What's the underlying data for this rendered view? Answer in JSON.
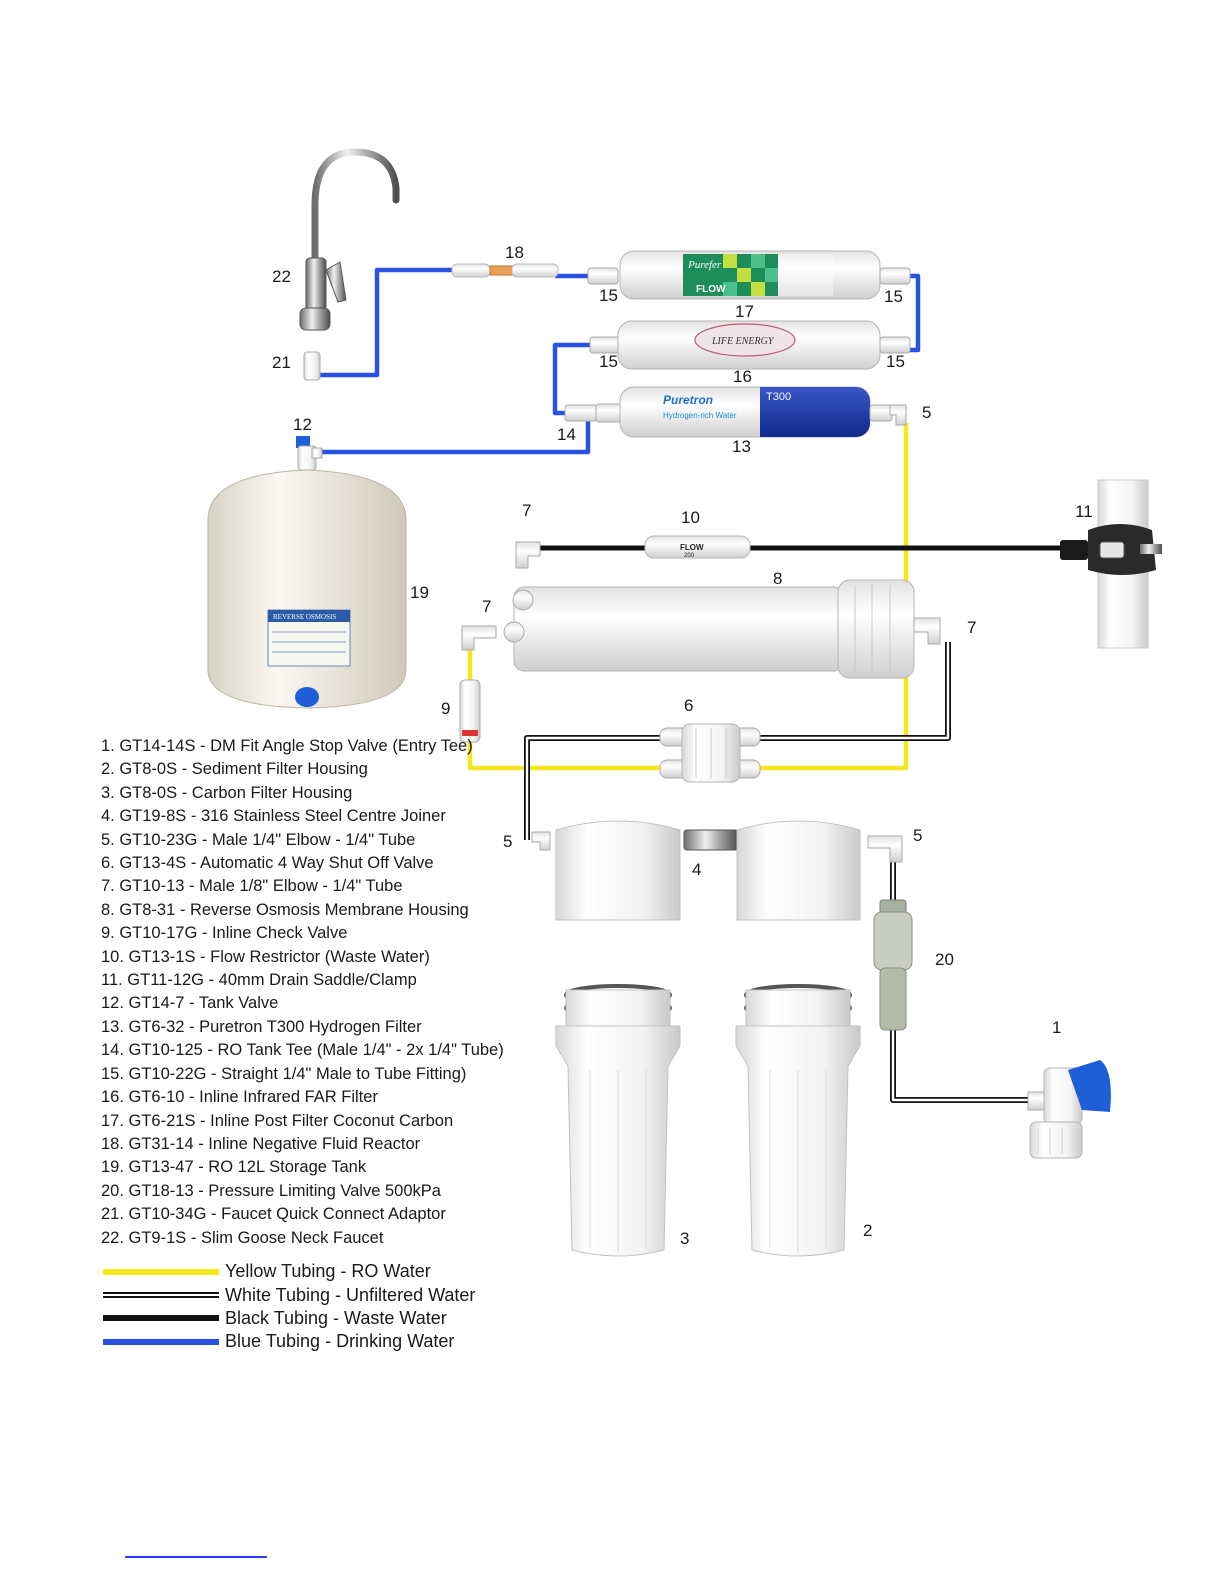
{
  "callouts": {
    "c1": "1",
    "c2": "2",
    "c3": "3",
    "c4": "4",
    "c5a": "5",
    "c5b": "5",
    "c5c": "5",
    "c6": "6",
    "c7a": "7",
    "c7b": "7",
    "c7c": "7",
    "c8": "8",
    "c9": "9",
    "c10": "10",
    "c11": "11",
    "c12": "12",
    "c13": "13",
    "c14": "14",
    "c15a": "15",
    "c15b": "15",
    "c15c": "15",
    "c15d": "15",
    "c16": "16",
    "c17": "17",
    "c18": "18",
    "c19": "19",
    "c20": "20",
    "c21": "21",
    "c22": "22"
  },
  "product_labels": {
    "filter17_brand": "Purefer",
    "filter17_flow": "FLOW",
    "filter16_text": "LIFE ENERGY",
    "filter13_brand": "Puretron",
    "filter13_model": "T300",
    "filter13_sub": "Hydrogen-rich Water",
    "restrictor_flow": "FLOW",
    "restrictor_rate": "200",
    "tank_label": "REVERSE OSMOSIS"
  },
  "parts": [
    "1. GT14-14S - DM Fit Angle Stop Valve (Entry Tee)",
    "2. GT8-0S - Sediment Filter Housing",
    "3. GT8-0S - Carbon Filter Housing",
    "4. GT19-8S - 316 Stainless Steel Centre Joiner",
    "5. GT10-23G - Male 1/4\" Elbow - 1/4\" Tube",
    "6. GT13-4S - Automatic 4 Way Shut Off Valve",
    "7. GT10-13 - Male 1/8\" Elbow - 1/4\" Tube",
    "8. GT8-31 - Reverse Osmosis Membrane Housing",
    "9. GT10-17G - Inline Check Valve",
    "10. GT13-1S - Flow Restrictor (Waste Water)",
    "11. GT11-12G - 40mm Drain Saddle/Clamp",
    "12. GT14-7 - Tank Valve",
    "13. GT6-32 - Puretron T300 Hydrogen Filter",
    "14. GT10-125 - RO Tank Tee (Male 1/4\" - 2x 1/4\" Tube)",
    "15. GT10-22G - Straight 1/4\" Male to Tube Fitting)",
    "16. GT6-10 - Inline Infrared FAR Filter",
    "17. GT6-21S - Inline Post Filter Coconut Carbon",
    "18. GT31-14 - Inline Negative Fluid Reactor",
    "19. GT13-47 - RO 12L Storage Tank",
    "20. GT18-13 - Pressure Limiting Valve 500kPa",
    "21. GT10-34G - Faucet Quick Connect Adaptor",
    "22. GT9-1S - Slim Goose Neck Faucet"
  ],
  "legend": [
    {
      "label": "Yellow Tubing - RO Water",
      "color": "#f5e81c",
      "style": "solid"
    },
    {
      "label": "White Tubing - Unfiltered Water",
      "color": "#ffffff",
      "style": "outlined"
    },
    {
      "label": "Black Tubing - Waste Water",
      "color": "#111111",
      "style": "solid"
    },
    {
      "label": "Blue Tubing - Drinking Water",
      "color": "#2a52e0",
      "style": "solid"
    }
  ],
  "colors": {
    "ro_water": "#f5e81c",
    "unfiltered": "#ffffff",
    "waste": "#111111",
    "drinking": "#2a52e0",
    "component_white": "#f2f2f2",
    "component_stroke": "#b5b5b5",
    "valve_blue": "#1e5fd8"
  }
}
